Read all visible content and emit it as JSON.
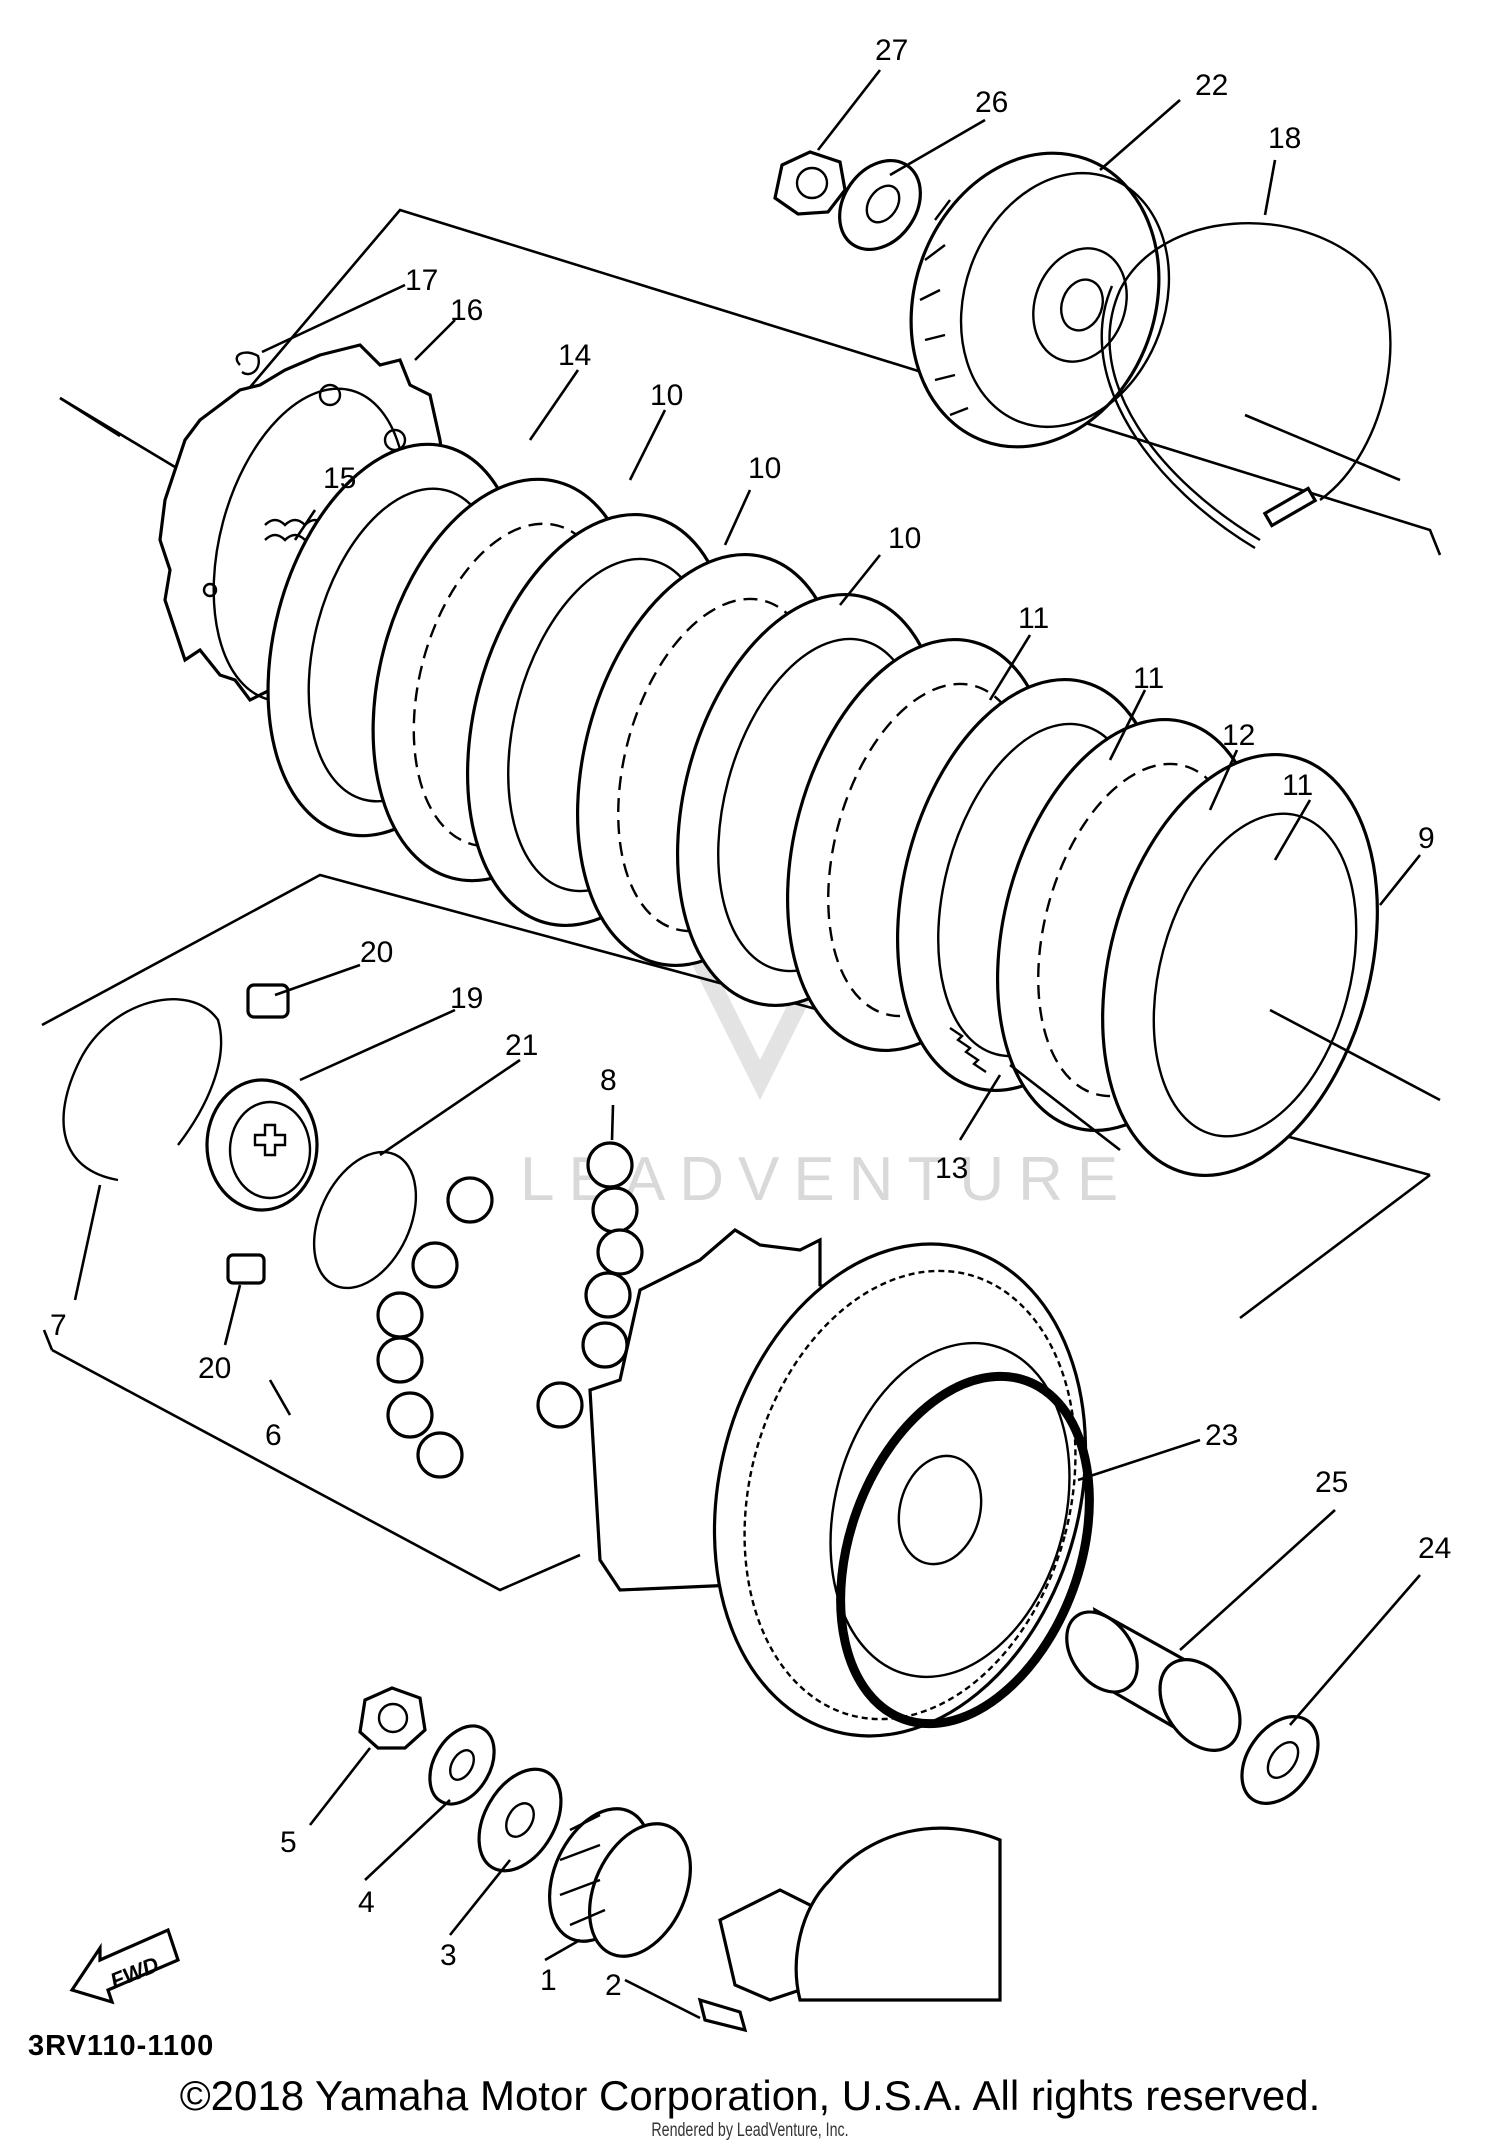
{
  "diagram": {
    "part_code": "3RV110-1100",
    "fwd_label": "FWD",
    "watermark": "LEADVENTURE",
    "callouts": {
      "c1": "1",
      "c2": "2",
      "c3": "3",
      "c4": "4",
      "c5": "5",
      "c6": "6",
      "c7": "7",
      "c8": "8",
      "c9": "9",
      "c10a": "10",
      "c10b": "10",
      "c10c": "10",
      "c11a": "11",
      "c11b": "11",
      "c11c": "11",
      "c12": "12",
      "c13": "13",
      "c14": "14",
      "c15": "15",
      "c16": "16",
      "c17": "17",
      "c18": "18",
      "c19": "19",
      "c20a": "20",
      "c20b": "20",
      "c21": "21",
      "c22": "22",
      "c23": "23",
      "c24": "24",
      "c25": "25",
      "c26": "26",
      "c27": "27"
    },
    "copyright": "©2018 Yamaha Motor Corporation, U.S.A. All rights reserved.",
    "rendered_by": "Rendered by LeadVenture, Inc."
  }
}
